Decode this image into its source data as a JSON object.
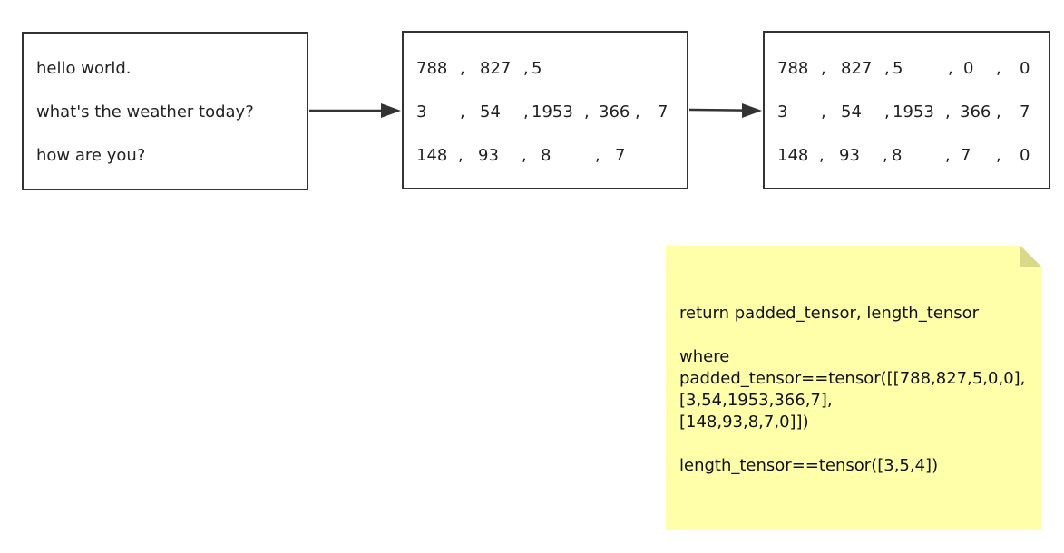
{
  "sentences_box": {
    "lines": [
      "hello world.",
      "what's the weather today?",
      "how are you?"
    ]
  },
  "token_ids_box": {
    "rows": [
      [
        "788",
        "827",
        "5"
      ],
      [
        "3",
        "54",
        "1953",
        "366",
        "7"
      ],
      [
        "148",
        "93",
        "8",
        "7"
      ]
    ],
    "separator": ","
  },
  "padded_box": {
    "rows": [
      [
        "788",
        "827",
        "5",
        "0",
        "0"
      ],
      [
        "3",
        "54",
        "1953",
        "366",
        "7"
      ],
      [
        "148",
        "93",
        "8",
        "7",
        "0"
      ]
    ],
    "separator": ","
  },
  "note": {
    "lines": [
      "return padded_tensor, length_tensor",
      "",
      "where",
      "padded_tensor==tensor([[788,827,5,0,0],",
      "[3,54,1953,366,7],",
      "[148,93,8,7,0]])",
      "",
      "length_tensor==tensor([3,5,4])"
    ],
    "fill_color": "#FFFFAA",
    "fold_color": "#D9D98A"
  },
  "colors": {
    "border": "#333333",
    "arrow": "#333333",
    "text": "#222222"
  }
}
